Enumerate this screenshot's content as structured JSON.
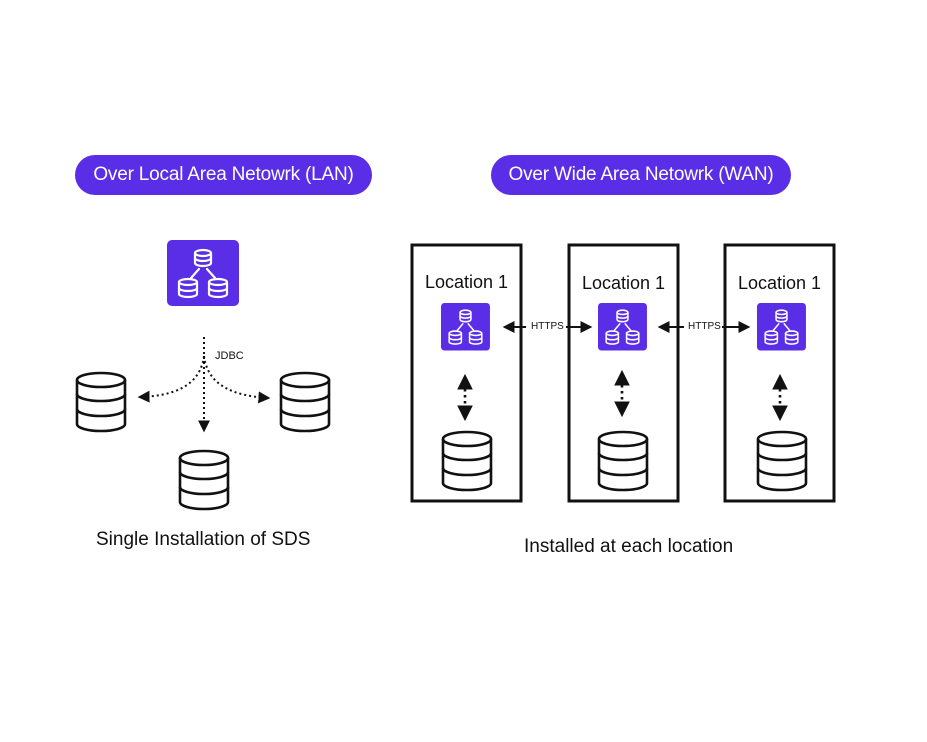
{
  "lan": {
    "title": "Over Local Area Netowrk (LAN)",
    "connector_label": "JDBC",
    "caption": "Single Installation of SDS"
  },
  "wan": {
    "title": "Over Wide Area Netowrk (WAN)",
    "locations": [
      {
        "label": "Location 1"
      },
      {
        "label": "Location 1"
      },
      {
        "label": "Location 1"
      }
    ],
    "links": [
      {
        "label": "HTTPS"
      },
      {
        "label": "HTTPS"
      }
    ],
    "caption": "Installed at each location"
  },
  "colors": {
    "accent": "#5a2ee6",
    "line": "#111111",
    "background": "#ffffff"
  },
  "icons": {
    "sds": "sds-server-icon",
    "database": "database-icon"
  }
}
